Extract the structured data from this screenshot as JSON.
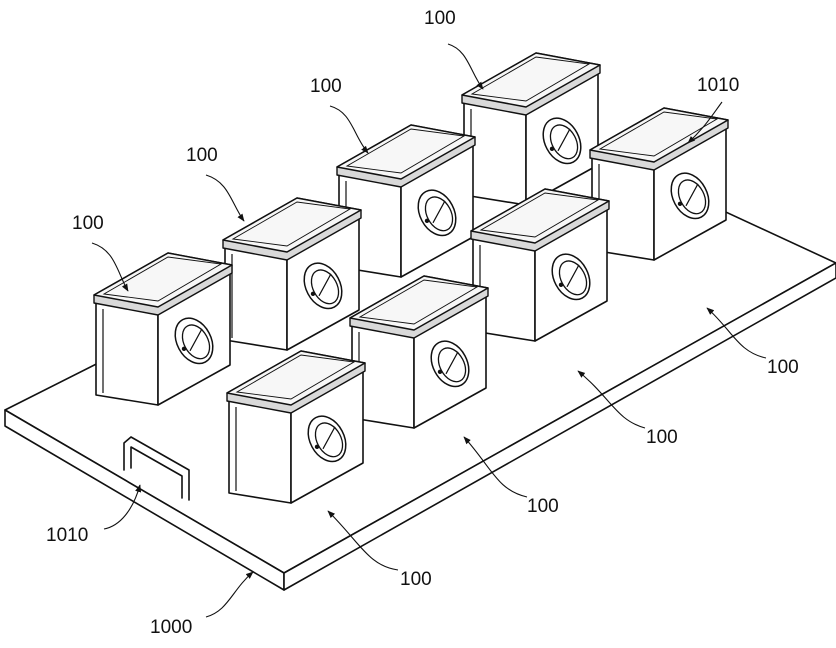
{
  "figure": {
    "labels": {
      "module": "100",
      "handle": "1010",
      "base_plate": "1000"
    }
  },
  "colors": {
    "line": "#111111",
    "face_light": "#ffffff",
    "face_top": "#f7f7f7",
    "cap": "#d9d9d9",
    "background": "#ffffff"
  }
}
